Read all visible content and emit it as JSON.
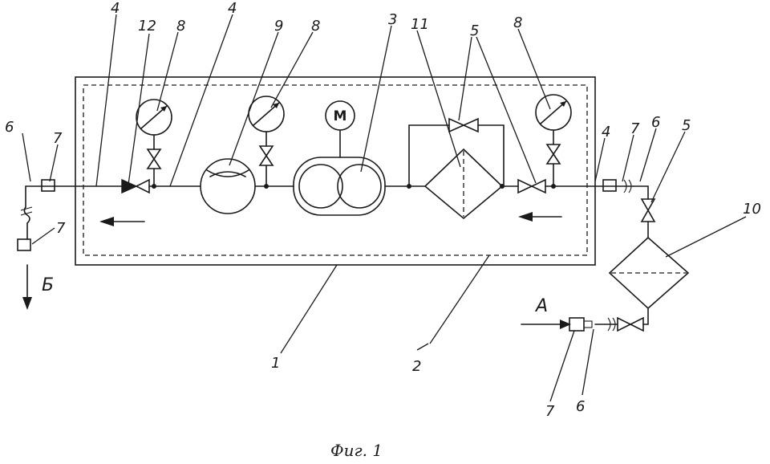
{
  "figure": {
    "caption": "Фиг. 1",
    "motor_symbol": "М",
    "inlet_letter": "А",
    "outlet_letter": "Б",
    "callouts": {
      "c4a": "4",
      "c12": "12",
      "c8a": "8",
      "c4b": "4",
      "c9": "9",
      "c8b": "8",
      "c3": "3",
      "c11": "11",
      "c5a": "5",
      "c8c": "8",
      "c6a": "6",
      "c7a": "7",
      "c7b": "7",
      "c4c": "4",
      "c7c": "7",
      "c6b": "6",
      "c5b": "5",
      "c10": "10",
      "c1": "1",
      "c2": "2",
      "c7d": "7",
      "c6c": "6"
    }
  }
}
